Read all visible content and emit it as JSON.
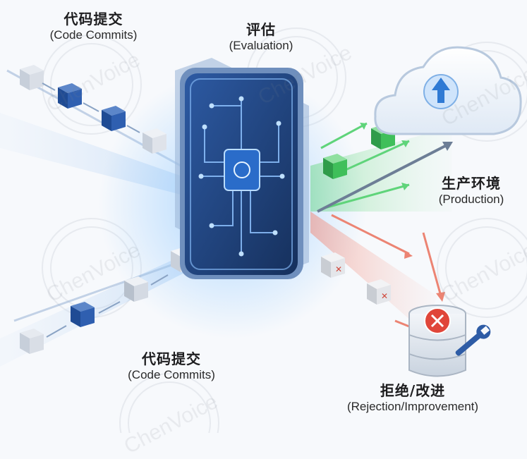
{
  "labels": {
    "commits_top_zh": "代码提交",
    "commits_top_en": "(Code Commits)",
    "eval_zh": "评估",
    "eval_en": "(Evaluation)",
    "prod_zh": "生产环境",
    "prod_en": "(Production)",
    "commits_bottom_zh": "代码提交",
    "commits_bottom_en": "(Code Commits)",
    "reject_zh": "拒绝/改进",
    "reject_en": "(Rejection/Improvement)"
  },
  "watermark": "ChenVoice",
  "colors": {
    "commit_blue": "#2f5fb0",
    "commit_gray": "#d9dde3",
    "accept_green": "#3fbf5a",
    "reject_red": "#e05a4a",
    "gate_dark": "#1c3a6e",
    "cloud_blue": "#3b82d6"
  }
}
